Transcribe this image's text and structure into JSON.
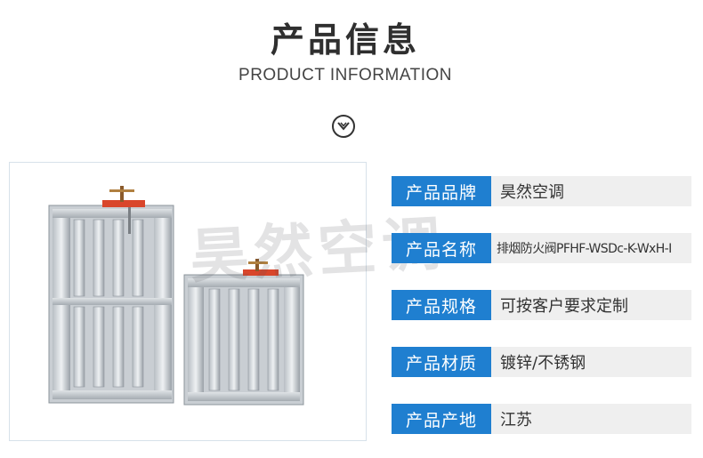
{
  "header": {
    "title": "产品信息",
    "subtitle": "PRODUCT INFORMATION",
    "scroll_icon": "chevron-down-circle-icon"
  },
  "product_image": {
    "watermark": "昊然空调"
  },
  "specs": [
    {
      "label": "产品品牌",
      "value": "昊然空调"
    },
    {
      "label": "产品名称",
      "value": "排烟防火阀PFHF-WSDc-K-WxH-I"
    },
    {
      "label": "产品规格",
      "value": "可按客户要求定制"
    },
    {
      "label": "产品材质",
      "value": "镀锌/不锈钢"
    },
    {
      "label": "产品产地",
      "value": "江苏"
    }
  ],
  "colors": {
    "label_bg": "#1f7fd0",
    "row_bg": "#efefef",
    "actuator": "#d9462b"
  }
}
